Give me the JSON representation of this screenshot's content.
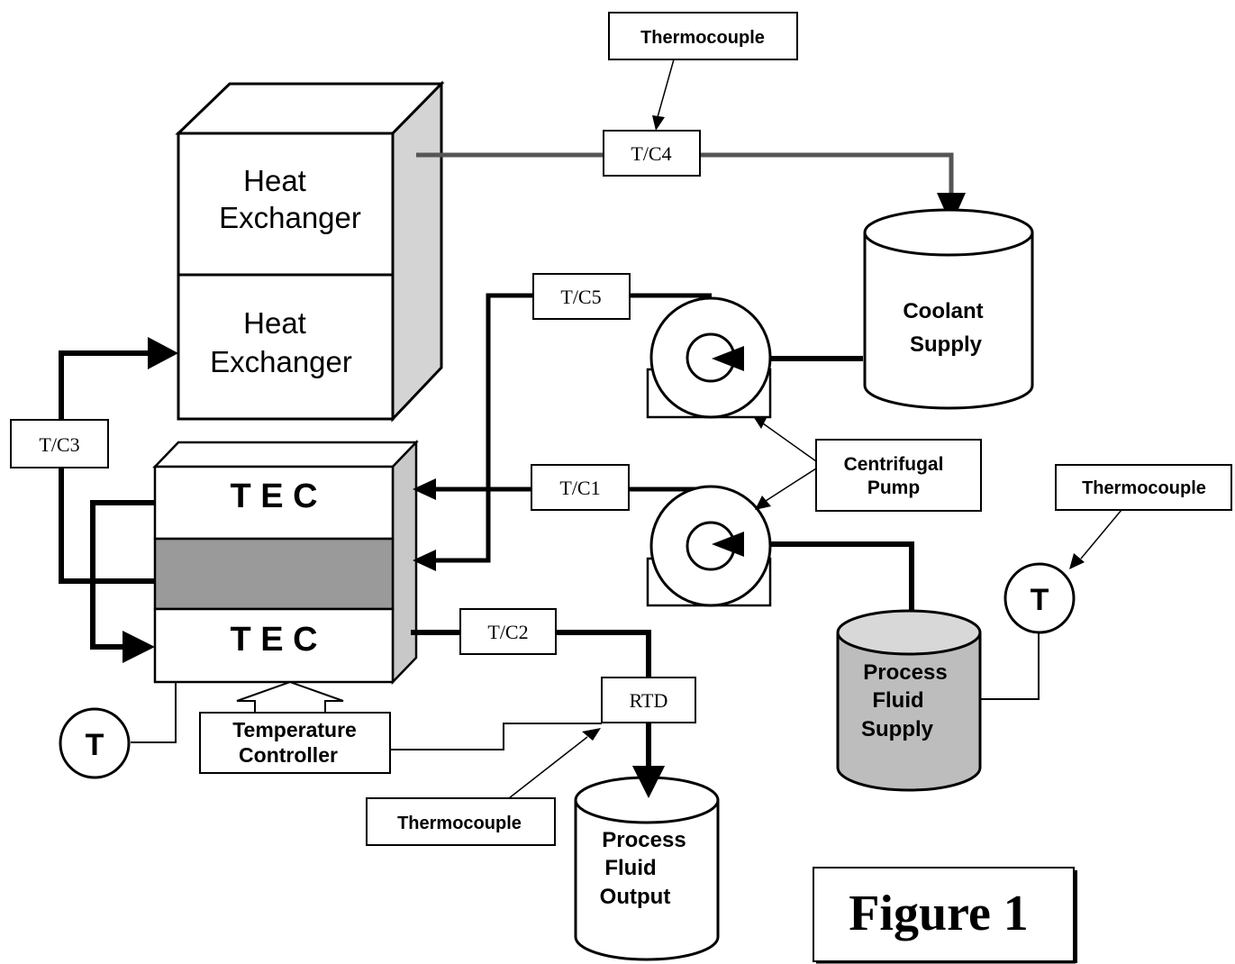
{
  "labels": {
    "heat_exchanger_top": [
      "Heat",
      "Exchanger"
    ],
    "heat_exchanger_bottom": [
      "Heat",
      "Exchanger"
    ],
    "tec_top": "T E C",
    "tec_bottom": "T E C",
    "coolant_supply": [
      "Coolant",
      "Supply"
    ],
    "process_fluid_supply": [
      "Process",
      "Fluid",
      "Supply"
    ],
    "process_fluid_output": [
      "Process",
      "Fluid",
      "Output"
    ],
    "centrifugal_pump": [
      "Centrifugal",
      "Pump"
    ],
    "temperature_controller": [
      "Temperature",
      "Controller"
    ],
    "thermocouple_top": "Thermocouple",
    "thermocouple_right": "Thermocouple",
    "thermocouple_bottom": "Thermocouple",
    "tc1": "T/C1",
    "tc2": "T/C2",
    "tc3": "T/C3",
    "tc4": "T/C4",
    "tc5": "T/C5",
    "rtd": "RTD",
    "t_sensor_left": "T",
    "t_sensor_right": "T",
    "figure_caption": "Figure 1"
  }
}
